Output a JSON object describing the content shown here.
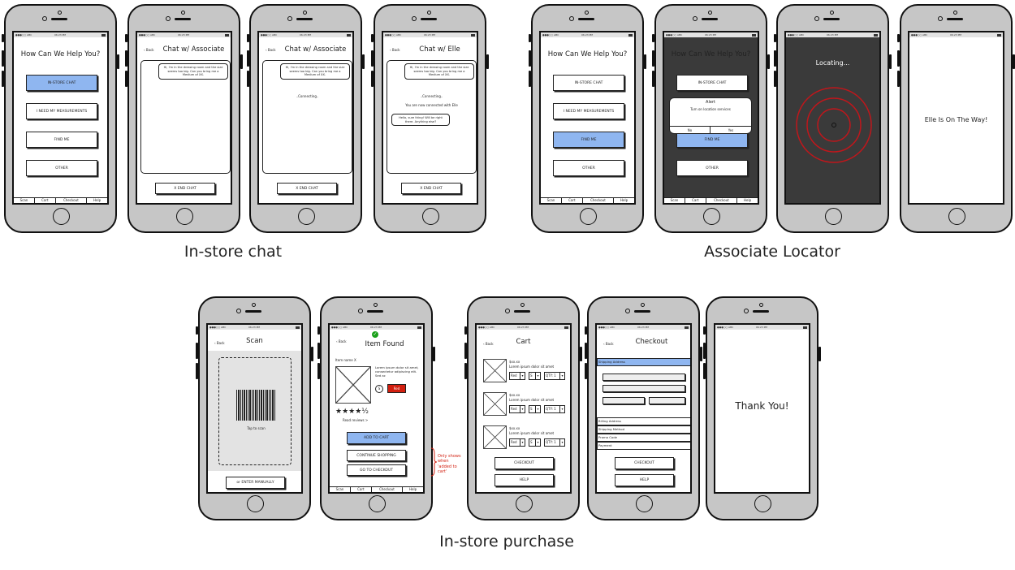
{
  "status_bar": {
    "carrier": "●●●○○ ABC",
    "time": "06:23 PM"
  },
  "tab_bar": [
    "Scan",
    "Cart",
    "Checkout",
    "Help"
  ],
  "back_label": "‹ Back",
  "sections": {
    "chat": "In-store chat",
    "locator": "Associate Locator",
    "purchase": "In-store purchase"
  },
  "home": {
    "title": "How Can We Help You?",
    "buttons": [
      "IN-STORE CHAT",
      "I NEED MY MEASUREMENTS",
      "FIND ME",
      "OTHER"
    ]
  },
  "chat": {
    "title_associate": "Chat w/ Associate",
    "title_elle": "Chat w/ Elle",
    "user_message": "Hi, I'm in the dressing room and the size seems too big. Can you bring me a Medium of XX.",
    "connecting": "..Connecting..",
    "connected": "You are now connected with Elle",
    "reply": "Hello, sure thing! Will be right there. Anything else?",
    "end_button": "X END CHAT"
  },
  "alert": {
    "title": "Alert",
    "message": "Turn on location services",
    "no": "No",
    "yes": "Yes"
  },
  "locating": {
    "title": "Locating..."
  },
  "on_way": {
    "message": "Elle Is On The Way!"
  },
  "scan": {
    "title": "Scan",
    "hint": "Tap to scan",
    "manual": "or ENTER MANUALLY"
  },
  "item": {
    "title": "Item Found",
    "name": "Item name X",
    "description": "Lorem ipsum dolor sit amet, consectetur adipiscing elit. Sed ac",
    "size": "S",
    "color": "Red",
    "rating": 4.5,
    "stars": "★★★★½",
    "reviews": "Read reviews >",
    "add": "ADD TO CART",
    "continue": "CONTINUE SHOPPING",
    "checkout": "GO TO CHECKOUT",
    "annotation": "Only shows when 'added to cart'"
  },
  "cart": {
    "title": "Cart",
    "items": [
      {
        "price": "$xx.xx",
        "desc": "Lorem ipsum dolor sit amet",
        "color": "Red",
        "size": "S",
        "qty": "QTY: 1"
      },
      {
        "price": "$xx.xx",
        "desc": "Lorem ipsum dolor sit amet",
        "color": "Red",
        "size": "S",
        "qty": "QTY: 1"
      },
      {
        "price": "$xx.xx",
        "desc": "Lorem ipsum dolor sit amet",
        "color": "Red",
        "size": "S",
        "qty": "QTY: 1"
      }
    ],
    "checkout": "CHECKOUT",
    "help": "HELP"
  },
  "checkout": {
    "title": "Checkout",
    "sections": [
      "Shipping Address",
      "Billing Address",
      "Shipping Method",
      "Promo Code",
      "Payment"
    ],
    "checkout": "CHECKOUT",
    "help": "HELP"
  },
  "thanks": {
    "message": "Thank You!"
  },
  "colors": {
    "selected": "#8fb6f0",
    "red": "#d21f0f",
    "dark": "#3a3a3a",
    "radar": "#c0161b"
  }
}
